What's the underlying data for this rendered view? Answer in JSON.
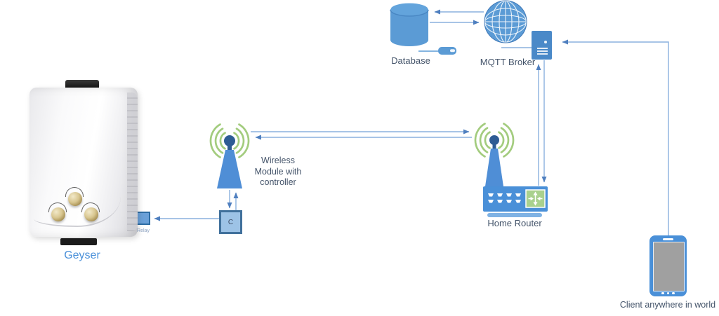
{
  "diagram_title": "Geyser IoT / MQTT architecture diagram",
  "nodes": {
    "geyser": {
      "label": "Geyser"
    },
    "relay": {
      "label": "Relay"
    },
    "controller_box": {
      "label": "C"
    },
    "wireless_module": {
      "label": "Wireless\nModule with\ncontroller"
    },
    "home_router": {
      "label": "Home Router"
    },
    "mqtt_broker": {
      "label": "MQTT Broker"
    },
    "database": {
      "label": "Database"
    },
    "internet_globe": {
      "label": ""
    },
    "client": {
      "label": "Client anywhere in world"
    }
  },
  "connections": [
    {
      "from": "internet-globe",
      "to": "database",
      "type": "arrow"
    },
    {
      "from": "database",
      "to": "internet-globe",
      "type": "arrow"
    },
    {
      "from": "internet-globe",
      "to": "mqtt-broker",
      "type": "plain-line"
    },
    {
      "from": "client",
      "to": "mqtt-broker",
      "type": "arrow"
    },
    {
      "from": "home-router",
      "to": "mqtt-broker",
      "type": "arrow"
    },
    {
      "from": "mqtt-broker",
      "to": "home-router",
      "type": "arrow"
    },
    {
      "from": "wireless-module",
      "to": "home-router",
      "type": "arrow"
    },
    {
      "from": "home-router",
      "to": "wireless-module",
      "type": "arrow"
    },
    {
      "from": "wireless-module",
      "to": "controller-box",
      "type": "arrow"
    },
    {
      "from": "controller-box",
      "to": "wireless-module",
      "type": "arrow"
    },
    {
      "from": "controller-box",
      "to": "relay",
      "type": "arrow"
    }
  ],
  "colors": {
    "accent_blue": "#5b9bd5",
    "shape_blue": "#4a90d8",
    "dark_antenna_blue": "#2e5c94",
    "line_blue": "#8ab0de",
    "arrow_blue": "#4f7fbf",
    "wifi_green": "#a3cc7e",
    "router_panel_green": "#a9d18e",
    "label_dark": "#44546a",
    "geyser_label_blue": "#4a90d9"
  }
}
